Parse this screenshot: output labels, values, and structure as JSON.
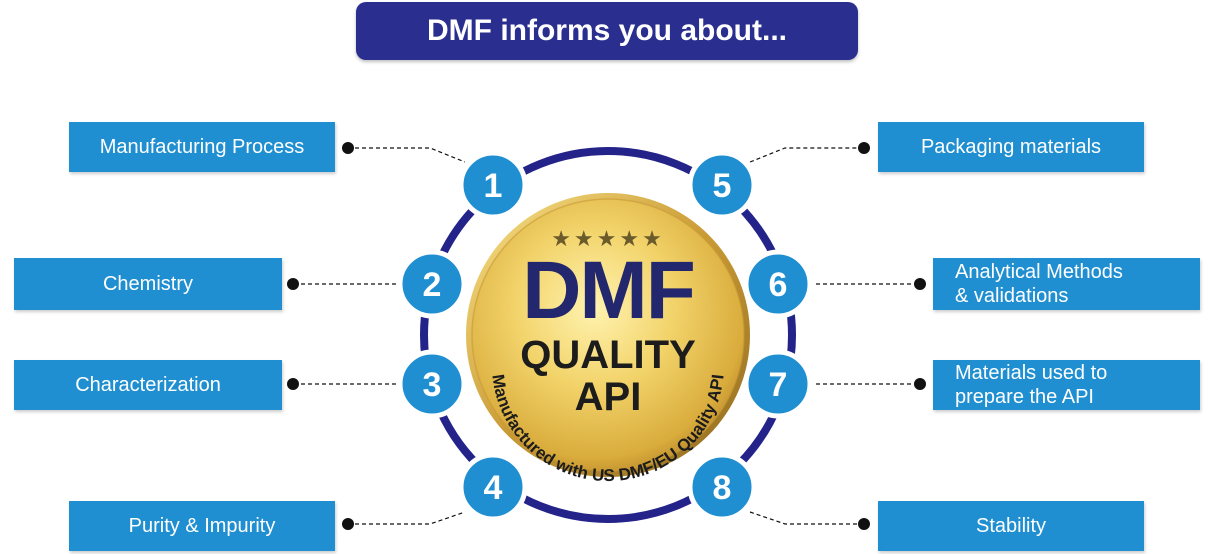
{
  "title": "DMF informs you about...",
  "left_items": [
    {
      "number": "1",
      "label": "Manufacturing Process"
    },
    {
      "number": "2",
      "label": "Chemistry"
    },
    {
      "number": "3",
      "label": "Characterization"
    },
    {
      "number": "4",
      "label": "Purity & Impurity"
    }
  ],
  "right_items": [
    {
      "number": "5",
      "label": "Packaging materials"
    },
    {
      "number": "6",
      "label": "Analytical Methods\n& validations"
    },
    {
      "number": "7",
      "label": "Materials used to\nprepare the API"
    },
    {
      "number": "8",
      "label": "Stability"
    }
  ],
  "seal": {
    "stars": "★★★★★",
    "main": "DMF",
    "line2": "QUALITY",
    "line3": "API",
    "arc_text": "Manufactured with US DMF/EU Quality API"
  },
  "colors": {
    "banner": "#2a2f8f",
    "label_box": "#1f8fd1",
    "number_circle": "#1f8fd1",
    "ring": "#23238a",
    "gold": "#f0cf63",
    "connector": "#111111"
  }
}
